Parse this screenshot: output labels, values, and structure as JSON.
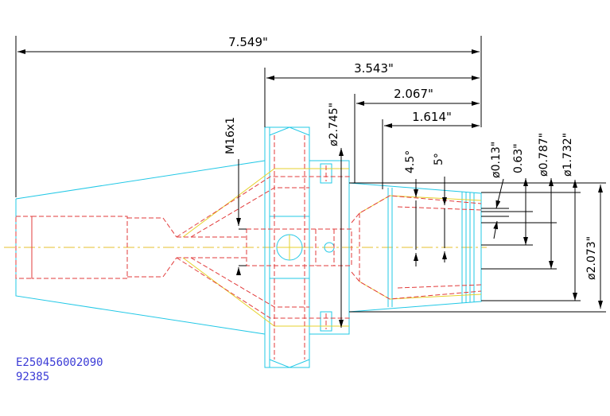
{
  "dimensions": {
    "overall_length": "7.549\"",
    "length_3543": "3.543\"",
    "length_2067": "2.067\"",
    "length_1614": "1.614\"",
    "thread": "M16x1",
    "dia_2745": "ø2.745\"",
    "angle_45": "4.5°",
    "angle_5": "5°",
    "dia_013": "ø0.13\"",
    "dim_063": "0.63\"",
    "dia_0787": "ø0.787\"",
    "dia_1732": "ø1.732\"",
    "dia_2073": "ø2.073\""
  },
  "part_code": {
    "line1": "E250456002090",
    "line2": "92385"
  },
  "colors": {
    "outline": "#22c8e6",
    "hidden": "#e23b3b",
    "centerline": "#e6d22c",
    "dimension": "#000000",
    "code_text": "#3b3bd6"
  }
}
